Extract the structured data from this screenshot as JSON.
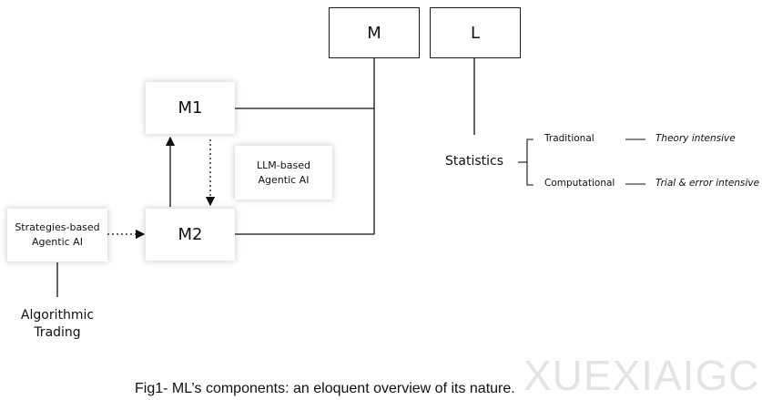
{
  "nodes": {
    "m": "M",
    "l": "L",
    "m1": "M1",
    "m2": "M2",
    "llm_agentic": "LLM-based\nAgentic AI",
    "strategies_agentic": "Strategies-based\nAgentic AI",
    "algorithmic_trading": "Algorithmic\nTrading",
    "statistics": "Statistics",
    "traditional": "Traditional",
    "computational": "Computational",
    "theory_intensive": "Theory intensive",
    "trial_error_intensive": "Trial & error intensive"
  },
  "caption": "Fig1- ML’s components: an eloquent overview of its nature.",
  "watermark": "XUEXIAIGC"
}
